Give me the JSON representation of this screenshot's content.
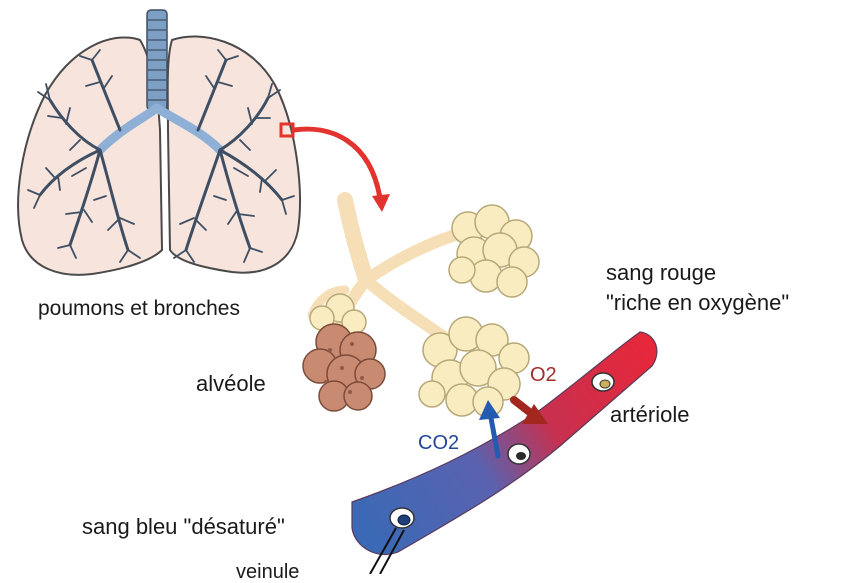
{
  "labels": {
    "lungs": "poumons et bronches",
    "alveole": "alvéole",
    "red_blood_line1": "sang rouge",
    "red_blood_line2": "\"riche en oxygène\"",
    "arteriole": "artériole",
    "blue_blood": "sang bleu \"désaturé\"",
    "o2": "O2",
    "co2": "CO2",
    "bottom_cut": "veinule"
  },
  "colors": {
    "trachea": "#7d9fc4",
    "lung_fill": "#f7e4dd",
    "lung_outline": "#4a4a4a",
    "bronchi": "#3f4f63",
    "bronchi_highlight": "#8fb0d6",
    "airway": "#f6dfb6",
    "alveoli_cluster": "#f8ecc0",
    "alveole_brown": "#c98a72",
    "zoom_arrow": "#e2332f",
    "artery_red": "#e8273a",
    "vein_blue": "#3b69b5",
    "o2_text": "#a12c2c",
    "co2_text": "#22479a",
    "o2_arrow": "#a3271f",
    "co2_arrow": "#245ab0"
  }
}
